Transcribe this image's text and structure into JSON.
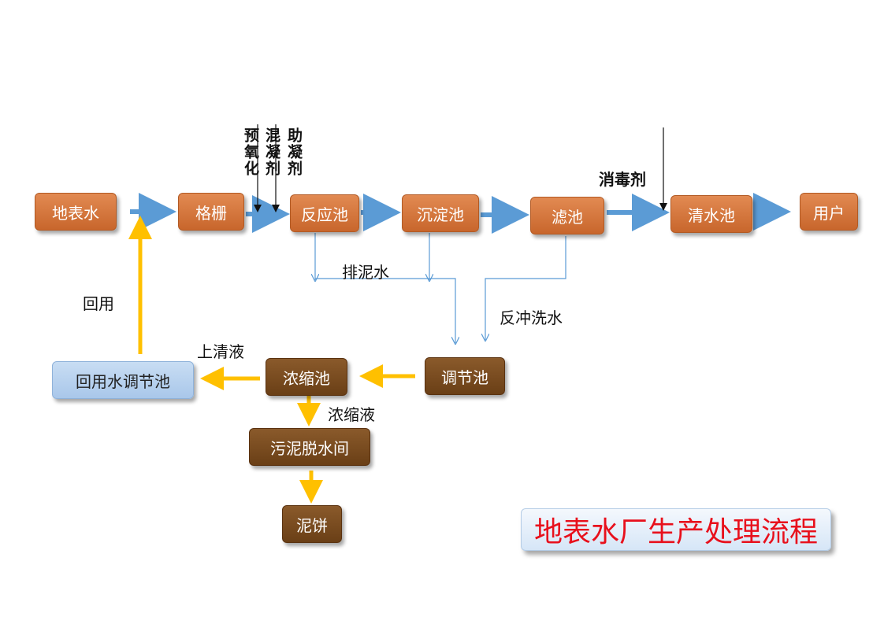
{
  "nodes": {
    "surface_water": "地表水",
    "screen": "格栅",
    "reaction_tank": "反应池",
    "settling_tank": "沉淀池",
    "filter": "滤池",
    "clear_water_tank": "清水池",
    "user": "用户",
    "regulating_tank": "调节池",
    "thickener": "浓缩池",
    "reuse_tank": "回用水调节池",
    "dewatering_room": "污泥脱水间",
    "sludge_cake": "泥饼"
  },
  "labels": {
    "pre_oxidation": "预氧化",
    "coagulant": "混凝剂",
    "coagulant_aid": "助凝剂",
    "disinfectant": "消毒剂",
    "sludge_discharge": "排泥水",
    "backwash_water": "反冲洗水",
    "reuse": "回用",
    "supernatant": "上清液",
    "concentrate": "浓缩液"
  },
  "title": "地表水厂生产处理流程",
  "colors": {
    "main_arrow": "#5b9bd5",
    "sludge_arrow": "#ffc000",
    "thin_line": "#5b9bd5",
    "node_orange": "#d4743a",
    "node_brown": "#7a4b1e",
    "node_blue": "#b8d3ef",
    "title_text": "#e8101c"
  }
}
